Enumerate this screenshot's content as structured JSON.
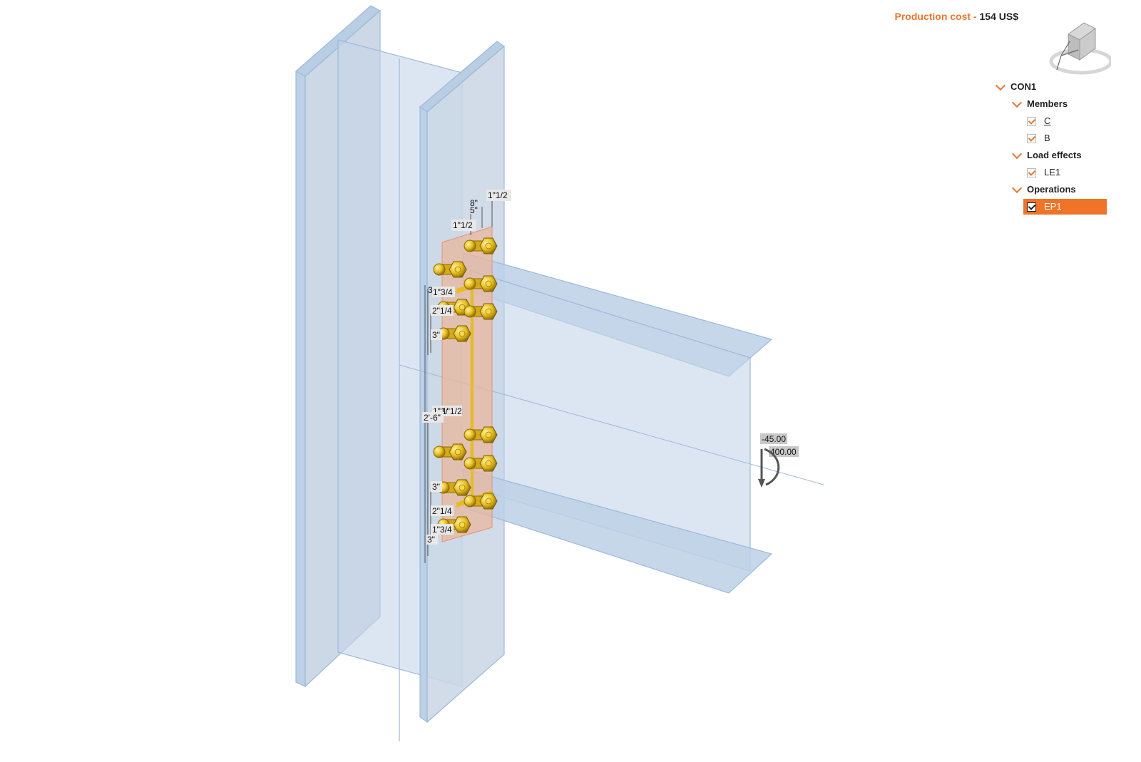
{
  "production_cost": {
    "label": "Production cost",
    "separator": "-",
    "value": "154 US$"
  },
  "tree": {
    "root": "CON1",
    "groups": [
      {
        "label": "Members",
        "items": [
          "C",
          "B"
        ]
      },
      {
        "label": "Load effects",
        "items": [
          "LE1"
        ]
      },
      {
        "label": "Operations",
        "items": [
          "EP1"
        ]
      }
    ],
    "selected_item": "EP1"
  },
  "dimensions": {
    "top_right": "1\"1/2",
    "width_8": "8\"",
    "width_5": "5\"",
    "top_left": "1\"1/2",
    "top_stack": [
      "3\"",
      "1\"3/4",
      "2\"1/4",
      "3\""
    ],
    "mid_small": "1\"1/2",
    "mid_small2": "1\"1/",
    "overall_height": "2'-6\"",
    "bottom_stack": [
      "3\"",
      "2\"1/4",
      "1\"3/4",
      "3\""
    ]
  },
  "loads": {
    "v": "-45.00",
    "m": "400.00"
  },
  "colors": {
    "accent": "#f07327",
    "steel_fill": "#c5d6ea",
    "steel_edge": "#9db9da",
    "bolt": "#e6bd1f"
  }
}
